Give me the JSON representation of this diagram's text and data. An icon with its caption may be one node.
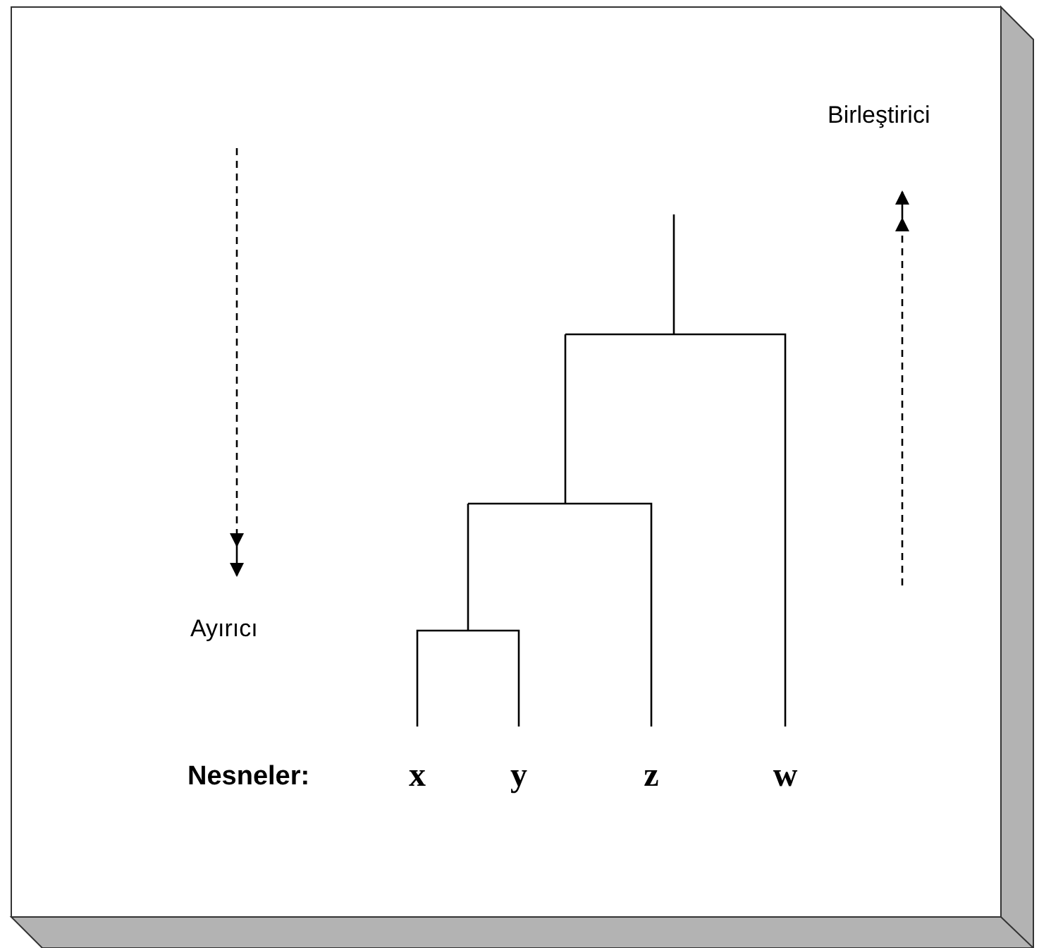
{
  "diagram": {
    "labels": [
      "Birleştirici",
      "Ayırıcı",
      "Nesneler:",
      "x",
      "y",
      "z",
      "w"
    ]
  }
}
